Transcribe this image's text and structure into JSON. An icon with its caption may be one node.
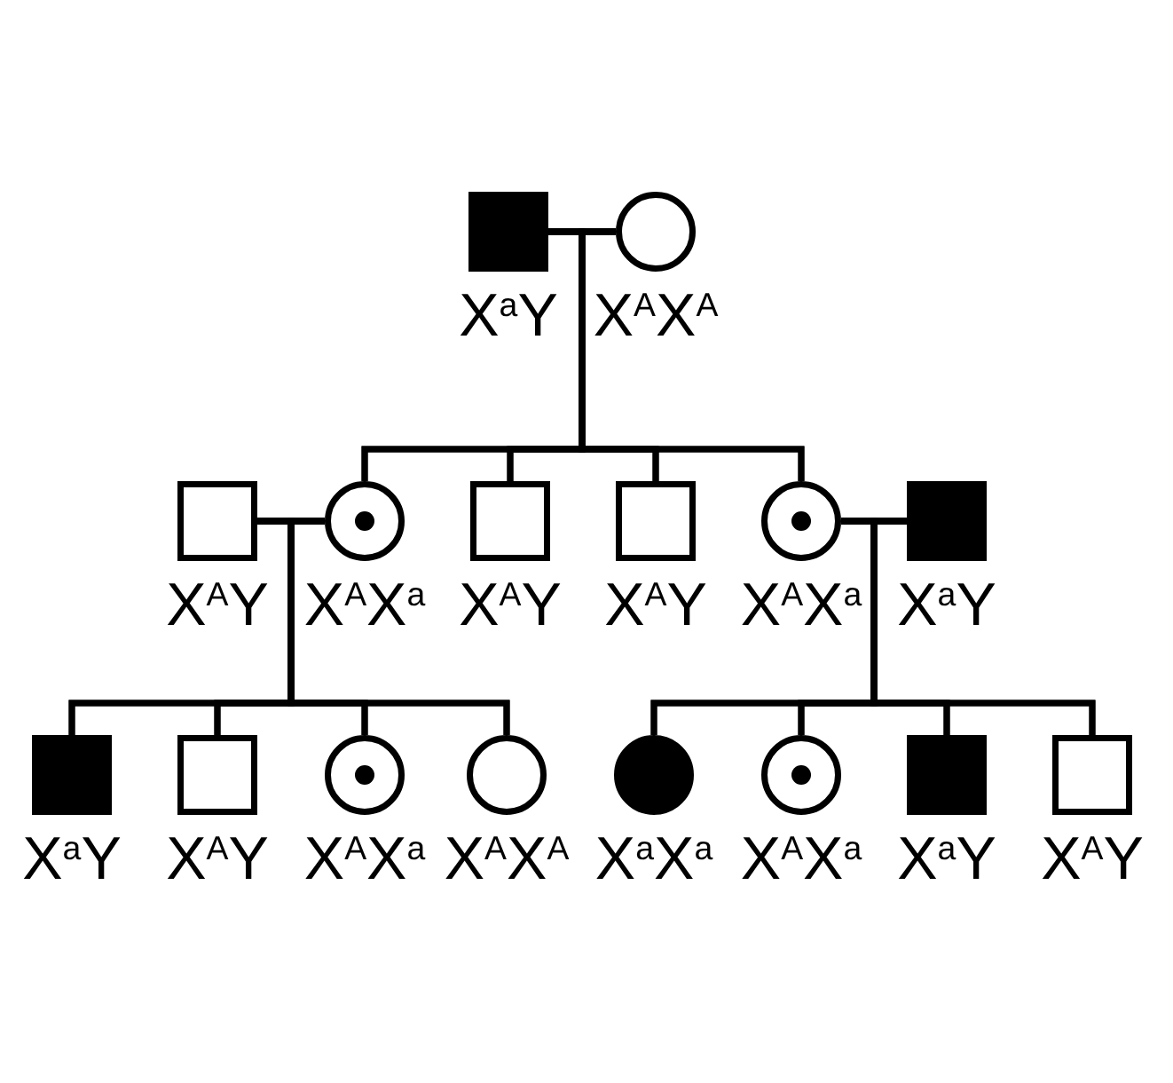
{
  "diagram": {
    "nodes": [
      {
        "text": [],
        "shape": "box",
        "beside": [
          "X$^{a}$Y"
        ]
      },
      {
        "text": [],
        "shape": "circle",
        "beside": [
          "X$^{A}$X$^{A}$"
        ]
      },
      {
        "text": [],
        "shape": "box",
        "beside": [
          "X$^{A}$Y"
        ]
      },
      {
        "text": [],
        "shape": "circle",
        "beside": [
          "X$^{A}$X$^{a}$"
        ]
      },
      {
        "text": [],
        "shape": "box",
        "beside": [
          "X$^{A}$Y"
        ]
      },
      {
        "text": [],
        "shape": "box",
        "beside": [
          "X$^{A}$Y"
        ]
      },
      {
        "text": [],
        "shape": "circle",
        "beside": [
          "X$^{A}$X$^{a}$"
        ]
      },
      {
        "text": [],
        "shape": "box",
        "beside": [
          "X$^{a}$Y"
        ]
      },
      {
        "text": [],
        "shape": "box",
        "beside": [
          "X$^{a}$Y"
        ]
      },
      {
        "text": [],
        "shape": "box",
        "beside": [
          "X$^{A}$Y"
        ]
      },
      {
        "text": [],
        "shape": "circle",
        "beside": [
          "X$^{A}$X$^{a}$"
        ]
      },
      {
        "text": [],
        "shape": "circle",
        "beside": [
          "X$^{A}$X$^{A}$"
        ]
      },
      {
        "text": [],
        "shape": "circle",
        "beside": [
          "X$^{a}$X$^{a}$"
        ]
      },
      {
        "text": [],
        "shape": "circle",
        "beside": [
          "X$^{A}$X$^{a}$"
        ]
      },
      {
        "text": [],
        "shape": "box",
        "beside": [
          "X$^{a}$Y"
        ]
      },
      {
        "text": [],
        "shape": "box",
        "beside": [
          "X$^{A}$Y"
        ]
      }
    ],
    "edges": [
      {
        "from": 0,
        "to": 1,
        "arrow": "none"
      },
      {
        "from": 0,
        "to": 3,
        "arrow": "none"
      },
      {
        "from": 0,
        "to": 4,
        "arrow": "none"
      },
      {
        "from": 0,
        "to": 5,
        "arrow": "none"
      },
      {
        "from": 0,
        "to": 6,
        "arrow": "none"
      },
      {
        "from": 1,
        "to": 3,
        "arrow": "none"
      },
      {
        "from": 1,
        "to": 4,
        "arrow": "none"
      },
      {
        "from": 1,
        "to": 5,
        "arrow": "none"
      },
      {
        "from": 1,
        "to": 6,
        "arrow": "none"
      },
      {
        "from": 2,
        "to": 3,
        "arrow": "none"
      },
      {
        "from": 6,
        "to": 7,
        "arrow": "none"
      },
      {
        "from": 2,
        "to": 8,
        "arrow": "none"
      },
      {
        "from": 2,
        "to": 9,
        "arrow": "none"
      },
      {
        "from": 2,
        "to": 10,
        "arrow": "none"
      },
      {
        "from": 2,
        "to": 11,
        "arrow": "none"
      },
      {
        "from": 3,
        "to": 8,
        "arrow": "none"
      },
      {
        "from": 3,
        "to": 9,
        "arrow": "none"
      },
      {
        "from": 3,
        "to": 10,
        "arrow": "none"
      },
      {
        "from": 3,
        "to": 11,
        "arrow": "none"
      },
      {
        "from": 6,
        "to": 12,
        "arrow": "none"
      },
      {
        "from": 6,
        "to": 13,
        "arrow": "none"
      },
      {
        "from": 6,
        "to": 14,
        "arrow": "none"
      },
      {
        "from": 6,
        "to": 15,
        "arrow": "none"
      },
      {
        "from": 7,
        "to": 12,
        "arrow": "none"
      },
      {
        "from": 7,
        "to": 13,
        "arrow": "none"
      },
      {
        "from": 7,
        "to": 14,
        "arrow": "none"
      },
      {
        "from": 7,
        "to": 15,
        "arrow": "none"
      }
    ]
  }
}
